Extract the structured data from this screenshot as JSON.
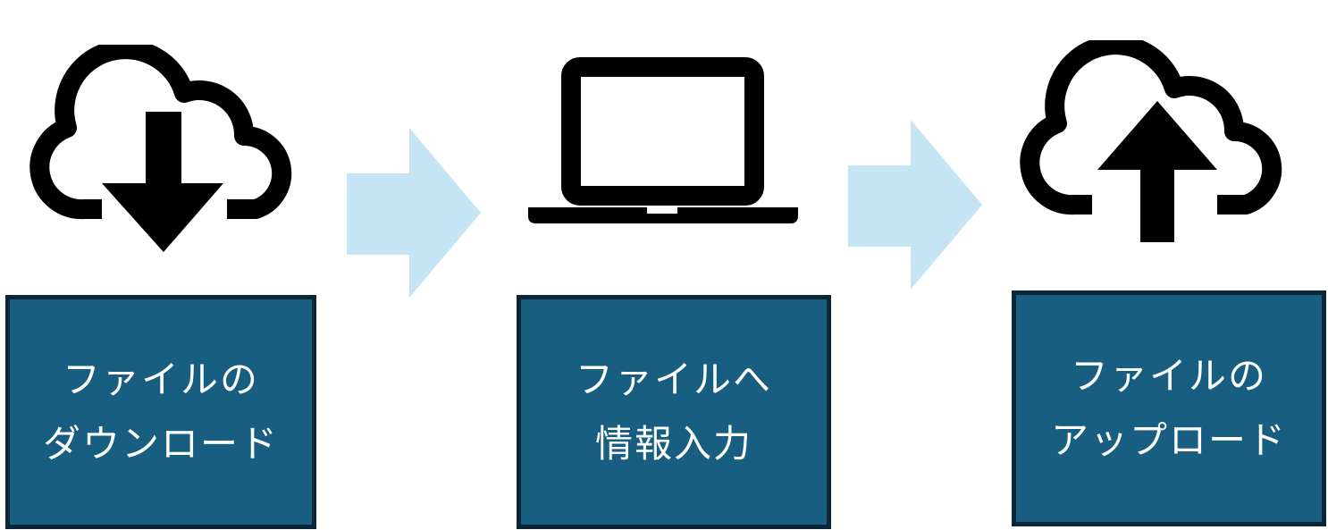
{
  "colors": {
    "box_fill": "#175e80",
    "box_border": "#0b2538",
    "arrow": "#c5e5f5",
    "icon": "#000000",
    "text": "#ffffff"
  },
  "icons": [
    "cloud-download-icon",
    "laptop-icon",
    "cloud-upload-icon"
  ],
  "steps": [
    {
      "line1": "ファイルの",
      "line2": "ダウンロード"
    },
    {
      "line1": "ファイルへ",
      "line2": "情報入力"
    },
    {
      "line1": "ファイルの",
      "line2": "アップロード"
    }
  ]
}
